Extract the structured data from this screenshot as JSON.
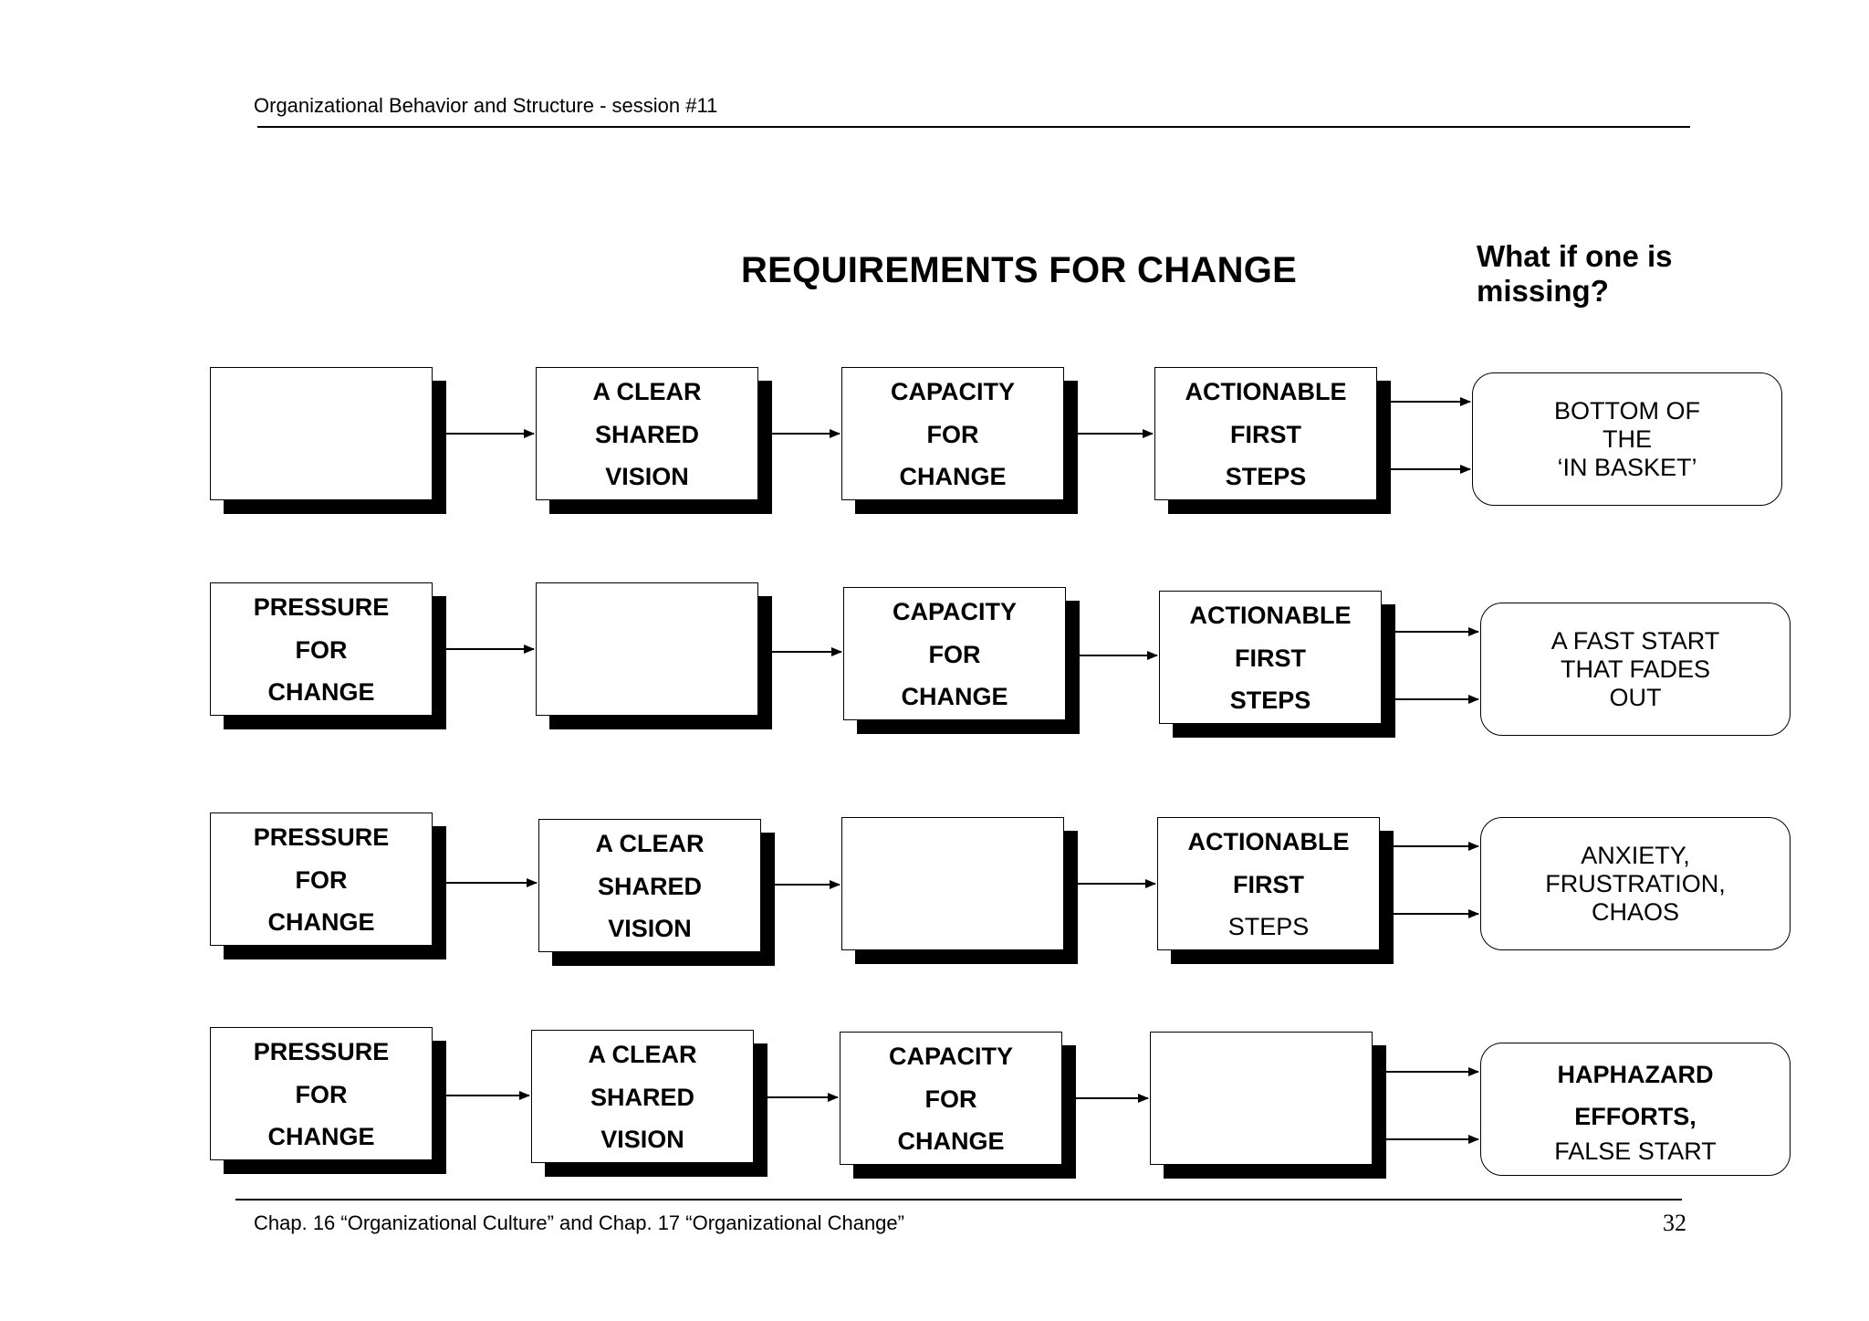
{
  "header": {
    "text": "Organizational Behavior and Structure - session #11"
  },
  "title": "REQUIREMENTS FOR CHANGE",
  "side_heading": {
    "line1": "What if one is",
    "line2": "missing?"
  },
  "rows": [
    {
      "boxes": [
        {
          "lines": []
        },
        {
          "lines": [
            "A CLEAR",
            "SHARED",
            "VISION"
          ]
        },
        {
          "lines": [
            "CAPACITY",
            "FOR",
            "CHANGE"
          ]
        },
        {
          "lines": [
            "ACTIONABLE",
            "FIRST",
            "STEPS"
          ]
        }
      ],
      "outcome": {
        "lines": [
          "BOTTOM OF",
          "THE",
          "‘IN BASKET’"
        ],
        "bold_lines": 0
      }
    },
    {
      "boxes": [
        {
          "lines": [
            "PRESSURE",
            "FOR",
            "CHANGE"
          ]
        },
        {
          "lines": []
        },
        {
          "lines": [
            "CAPACITY",
            "FOR",
            "CHANGE"
          ]
        },
        {
          "lines": [
            "ACTIONABLE",
            "FIRST",
            "STEPS"
          ]
        }
      ],
      "outcome": {
        "lines": [
          "A FAST START",
          "THAT FADES",
          "OUT"
        ],
        "bold_lines": 0
      }
    },
    {
      "boxes": [
        {
          "lines": [
            "PRESSURE",
            "FOR",
            "CHANGE"
          ]
        },
        {
          "lines": [
            "A CLEAR",
            "SHARED",
            "VISION"
          ]
        },
        {
          "lines": []
        },
        {
          "lines": [
            "ACTIONABLE",
            "FIRST",
            "STEPS"
          ],
          "normal_last": true
        }
      ],
      "outcome": {
        "lines": [
          "ANXIETY,",
          "FRUSTRATION,",
          "CHAOS"
        ],
        "bold_lines": 0
      }
    },
    {
      "boxes": [
        {
          "lines": [
            "PRESSURE",
            "FOR",
            "CHANGE"
          ]
        },
        {
          "lines": [
            "A CLEAR",
            "SHARED",
            "VISION"
          ]
        },
        {
          "lines": [
            "CAPACITY",
            "FOR",
            "CHANGE"
          ]
        },
        {
          "lines": []
        }
      ],
      "outcome": {
        "lines": [
          "HAPHAZARD",
          "EFFORTS,",
          "FALSE START"
        ],
        "bold_lines": 2
      }
    }
  ],
  "footer": {
    "text": "Chap. 16 “Organizational Culture” and Chap. 17 “Organizational Change”",
    "page_number": "32"
  }
}
